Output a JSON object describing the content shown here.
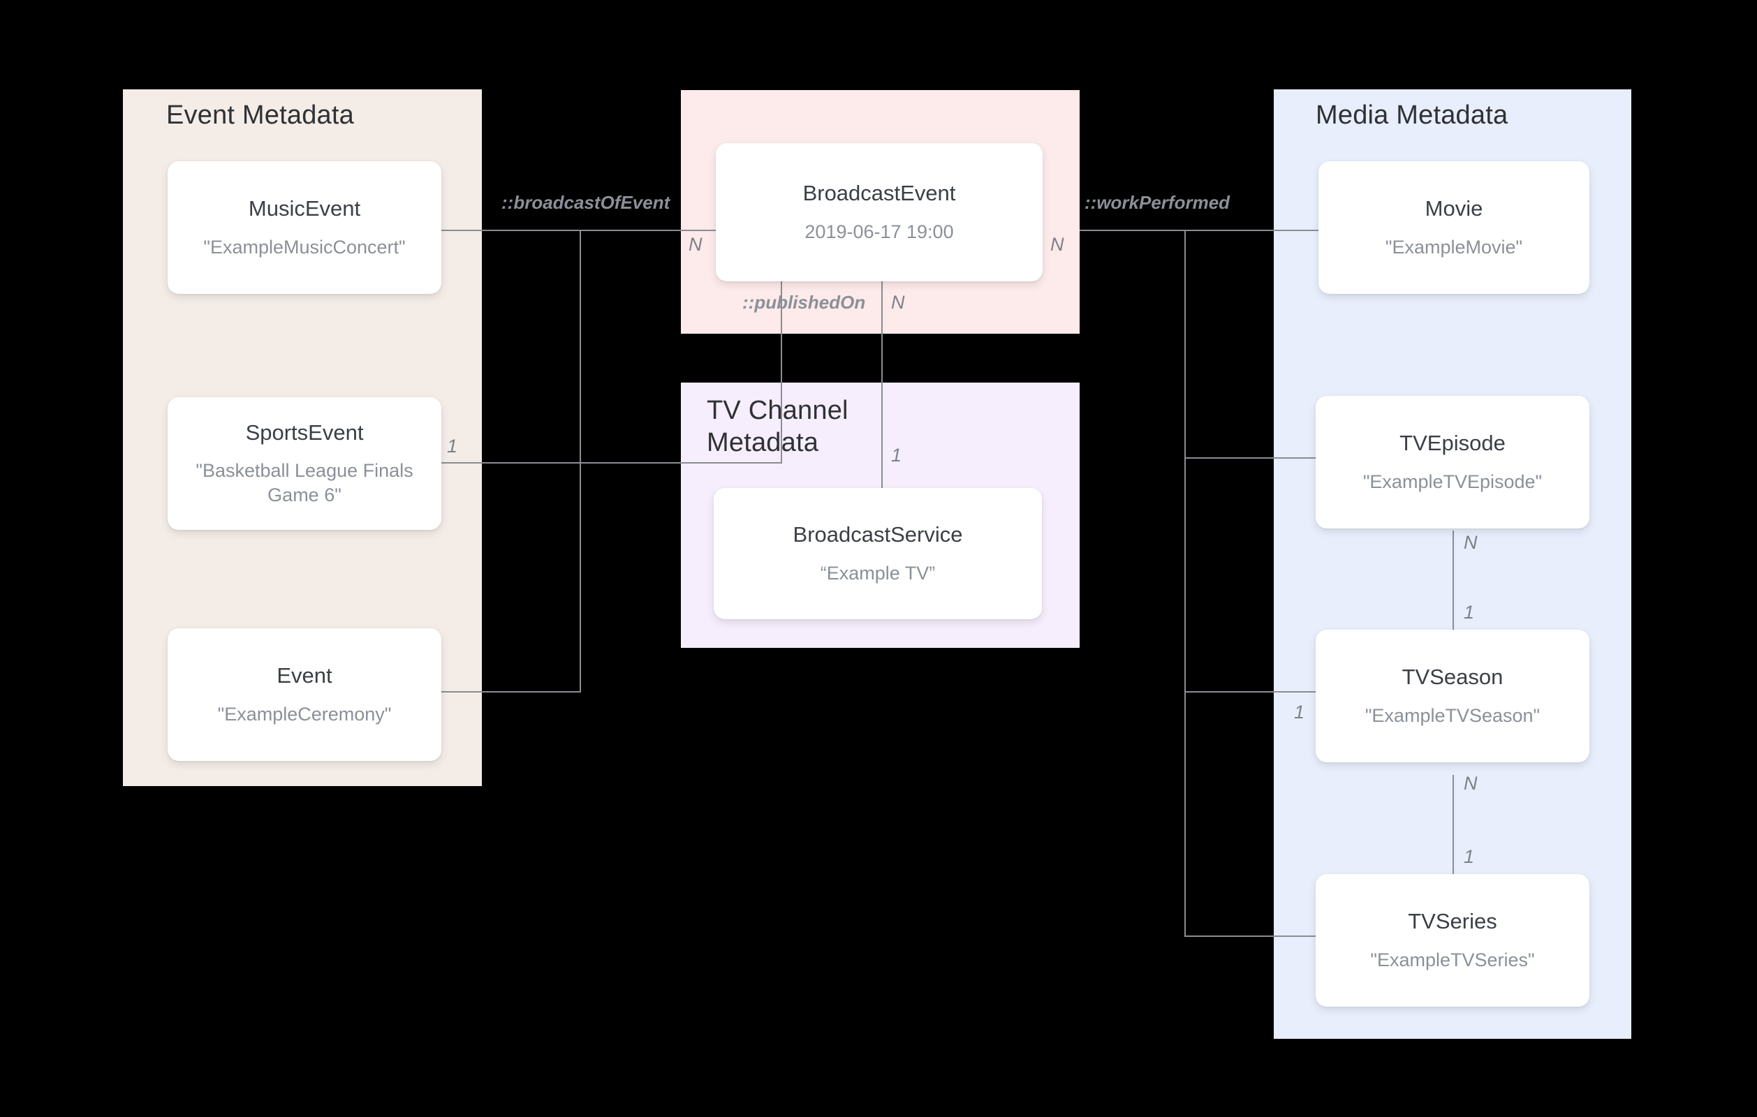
{
  "diagram": {
    "title": "Broadcast / Media metadata entity relationship diagram",
    "colors": {
      "event_panel": "#f4ece7",
      "broadcast_panel": "#fdeaea",
      "tvchannel_panel": "#f6eefc",
      "media_panel": "#e8eefc",
      "card_bg": "#ffffff",
      "card_title": "#3b3f45",
      "card_sub": "#8b9098",
      "line": "#8a8d92",
      "background": "#000000"
    }
  },
  "groups": {
    "event": {
      "title": "Event Metadata"
    },
    "broadcast": {
      "title": ""
    },
    "tvchannel": {
      "title": "TV Channel\nMetadata"
    },
    "media": {
      "title": "Media Metadata"
    }
  },
  "nodes": {
    "music_event": {
      "title": "MusicEvent",
      "value": "\"ExampleMusicConcert\""
    },
    "sports_event": {
      "title": "SportsEvent",
      "value": "\"Basketball League Finals Game 6\""
    },
    "event": {
      "title": "Event",
      "value": "\"ExampleCeremony\""
    },
    "broadcast_event": {
      "title": "BroadcastEvent",
      "value": "2019-06-17 19:00"
    },
    "broadcast_service": {
      "title": "BroadcastService",
      "value": "“Example TV”"
    },
    "movie": {
      "title": "Movie",
      "value": "\"ExampleMovie\""
    },
    "tv_episode": {
      "title": "TVEpisode",
      "value": "\"ExampleTVEpisode\""
    },
    "tv_season": {
      "title": "TVSeason",
      "value": "\"ExampleTVSeason\""
    },
    "tv_series": {
      "title": "TVSeries",
      "value": "\"ExampleTVSeries\""
    }
  },
  "edges": {
    "broadcast_of_event": {
      "label": "::broadcastOfEvent"
    },
    "work_performed": {
      "label": "::workPerformed"
    },
    "published_on": {
      "label": "::publishedOn"
    }
  },
  "cardinalities": {
    "broadcast_left_n": "N",
    "broadcast_right_n": "N",
    "broadcast_bottom_n": "N",
    "sports_event_one": "1",
    "broadcast_service_one": "1",
    "tv_episode_n": "N",
    "tv_season_one_top": "1",
    "tv_season_one_left": "1",
    "tv_season_n": "N",
    "tv_series_one": "1"
  }
}
